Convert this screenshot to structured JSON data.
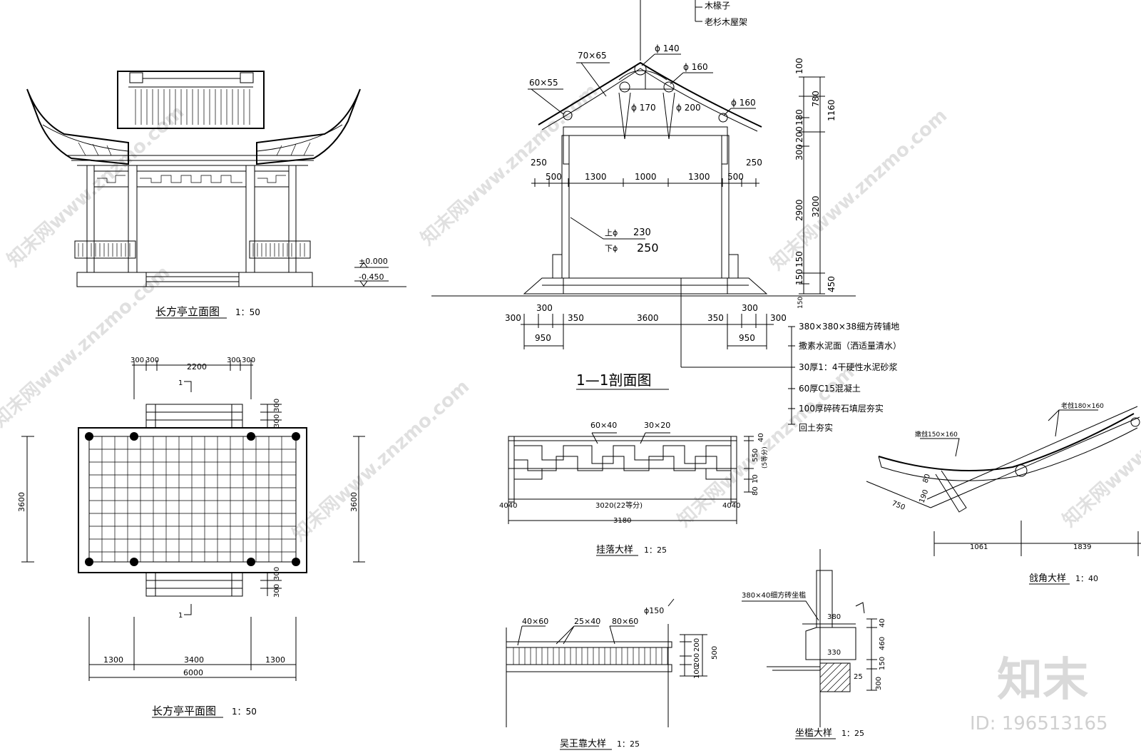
{
  "titles": {
    "elevation": "长方亭立面图",
    "elevation_scale": "1：50",
    "section": "1—1剖面图",
    "plan": "长方亭平面图",
    "plan_scale": "1：50",
    "hangluo": "挂落大样",
    "hangluo_scale": "1：25",
    "wuwangkao": "吴王靠大样",
    "wuwangkao_scale": "1：25",
    "zuojian": "坐槛大样",
    "zuojian_scale": "1：25",
    "qiangjiao": "戗角大样",
    "qiangjiao_scale": "1：40"
  },
  "elevation_levels": {
    "top": "±0.000",
    "bottom": "-0.450"
  },
  "roof_notes": [
    "木椽子",
    "老杉木屋架"
  ],
  "section_dims": {
    "rafter1": "70×65",
    "rafter2": "60×55",
    "phi140": "ϕ 140",
    "phi160a": "ϕ 160",
    "phi160b": "ϕ 160",
    "phi170": "ϕ 170",
    "phi200": "ϕ 200",
    "col_upper_label": "上ϕ",
    "col_upper_val": "230",
    "col_lower_label": "下ϕ",
    "col_lower_val": "250",
    "d250l": "250",
    "d250r": "250",
    "d500l": "500",
    "d1300a": "1300",
    "d1000": "1000",
    "d1300b": "1300",
    "d500r": "500",
    "b300a": "300",
    "b300b": "300",
    "b350l": "350",
    "b3600": "3600",
    "b350r": "350",
    "b300c": "300",
    "b300d": "300",
    "b950l": "950",
    "b950r": "950",
    "v100": "100",
    "v180": "180",
    "v200": "200",
    "v300": "300",
    "v780": "780",
    "v1160": "1160",
    "v2900": "2900",
    "v3200": "3200",
    "v150a": "150",
    "v150b": "150",
    "v150c": "150",
    "v450": "450"
  },
  "floor_layers": [
    "380×380×38细方砖铺地",
    "撒素水泥面（洒适量清水）",
    "30厚1：4干硬性水泥砂浆",
    "60厚C15混凝土",
    "100厚碎砖石填层夯实",
    "回土夯实"
  ],
  "plan_dims": {
    "top300a": "300",
    "top300b": "300",
    "top2200": "2200",
    "top300c": "300",
    "top300d": "300",
    "left3600": "3600",
    "right3600": "3600",
    "r300a": "300",
    "r300b": "300",
    "r300c": "300",
    "r300d": "300",
    "b1300a": "1300",
    "b3400": "3400",
    "b1300b": "1300",
    "b6000": "6000",
    "sec_mark_top": "1",
    "sec_mark_bottom": "1"
  },
  "hangluo_dims": {
    "d60x40": "60×40",
    "d30x20": "30×20",
    "d40": "40",
    "d550": "550",
    "d5eq": "(5等分)",
    "d10": "10",
    "d80": "80",
    "d4040l": "4040",
    "d3020": "3020(22等分)",
    "d4040r": "4040",
    "d3180": "3180"
  },
  "wuwangkao_dims": {
    "d40x60": "40×60",
    "d25x40": "25×40",
    "d80x60": "80×60",
    "dphi150": "ϕ150",
    "d200a": "200",
    "d200b": "200",
    "d100": "100",
    "d500": "500"
  },
  "zuojian_dims": {
    "note": "380×40细方砖坐槛",
    "d380": "380",
    "d330": "330",
    "d40": "40",
    "d460": "460",
    "d150": "150",
    "d25": "25",
    "d300": "300"
  },
  "qiangjiao_dims": {
    "laoqiang": "老戗180×160",
    "nenqiang": "嫩戗150×160",
    "d80": "80",
    "d190": "190",
    "d750": "750",
    "d1061": "1061",
    "d1839": "1839"
  },
  "brand": {
    "logo": "知末",
    "id": "ID: 196513165",
    "watermark": "知末网www.znzmo.com"
  }
}
